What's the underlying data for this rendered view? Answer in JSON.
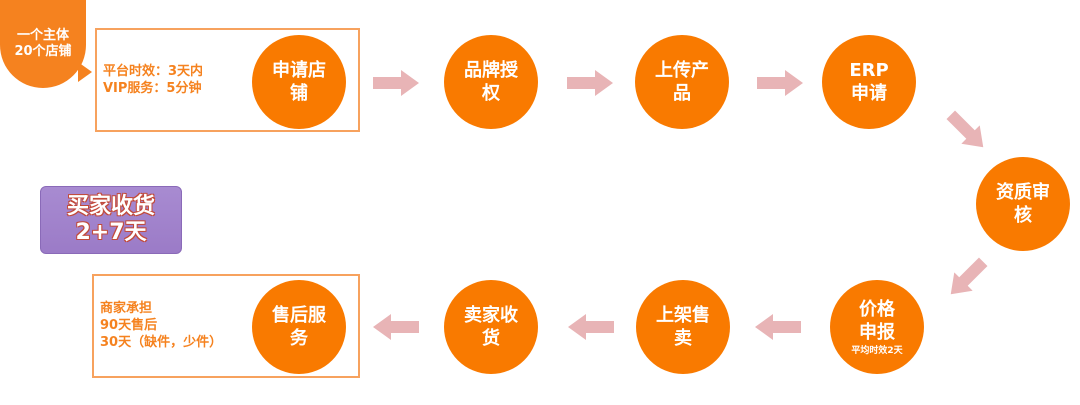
{
  "callout": {
    "line1": "一个主体",
    "line2": "20个店铺"
  },
  "top_frame": {
    "line1": "平台时效：3天内",
    "line2": "VIP服务：5分钟"
  },
  "bottom_frame": {
    "line1": "商家承担",
    "line2": "90天售后",
    "line3": "30天（缺件，少件）"
  },
  "badge": {
    "line1": "买家收货",
    "line2": "2+7天"
  },
  "steps": [
    {
      "line1": "申请店",
      "line2": "铺"
    },
    {
      "line1": "品牌授",
      "line2": "权"
    },
    {
      "line1": "上传产",
      "line2": "品"
    },
    {
      "line1": "ERP",
      "line2": "申请"
    },
    {
      "line1": "资质审",
      "line2": "核"
    },
    {
      "line1": "价格",
      "line2": "申报",
      "note": "平均时效2天"
    },
    {
      "line1": "上架售",
      "line2": "卖"
    },
    {
      "line1": "卖家收",
      "line2": "货"
    },
    {
      "line1": "售后服",
      "line2": "务"
    }
  ],
  "colors": {
    "step_fill": "#f97a00",
    "frame_border": "#f7a25e",
    "arrow_fill": "#e8b4b6",
    "frame_text": "#f5821f"
  }
}
